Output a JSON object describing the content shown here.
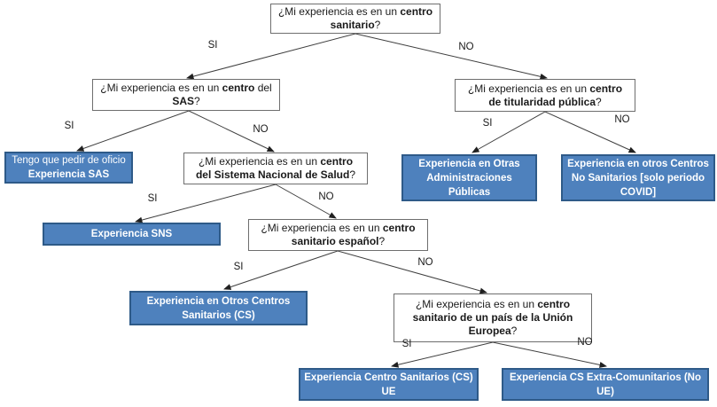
{
  "nodes": {
    "q_root": {
      "pre": "¿Mi experiencia es en un ",
      "bold": "centro sanitario",
      "post": "?"
    },
    "q_sas": {
      "pre": "¿Mi experiencia es en un ",
      "bold1": "centro",
      "mid": " del ",
      "bold2": "SAS",
      "post": "?"
    },
    "q_publica": {
      "pre": "¿Mi experiencia es en un ",
      "bold": "centro de titularidad pública",
      "post": "?"
    },
    "q_sns": {
      "pre": "¿Mi experiencia es en un ",
      "bold": "centro del Sistema Nacional de Salud",
      "post": "?"
    },
    "q_espanol": {
      "pre": "¿Mi experiencia es en un ",
      "bold": "centro sanitario español",
      "post": "?"
    },
    "q_ue": {
      "pre": "¿Mi experiencia es en un ",
      "bold": "centro sanitario de un país de la Unión Europea",
      "post": "?"
    },
    "r_sas": {
      "pre": "Tengo que pedir de oficio ",
      "bold": "Experiencia SAS"
    },
    "r_otras_admin": {
      "text": "Experiencia en Otras Administraciones Públicas"
    },
    "r_no_sanitarios": {
      "text": "Experiencia en otros Centros No Sanitarios [solo periodo COVID]"
    },
    "r_sns": {
      "text": "Experiencia SNS"
    },
    "r_otros_cs": {
      "text": "Experiencia en Otros Centros Sanitarios (CS)"
    },
    "r_cs_ue": {
      "text": "Experiencia Centro Sanitarios (CS) UE"
    },
    "r_extra": {
      "text": "Experiencia CS Extra-Comunitarios (No UE)"
    }
  },
  "edges": [
    {
      "from": "q_root",
      "to": "q_sas",
      "label": "SI"
    },
    {
      "from": "q_root",
      "to": "q_publica",
      "label": "NO"
    },
    {
      "from": "q_sas",
      "to": "r_sas",
      "label": "SI"
    },
    {
      "from": "q_sas",
      "to": "q_sns",
      "label": "NO"
    },
    {
      "from": "q_publica",
      "to": "r_otras_admin",
      "label": "SI"
    },
    {
      "from": "q_publica",
      "to": "r_no_sanitarios",
      "label": "NO"
    },
    {
      "from": "q_sns",
      "to": "r_sns",
      "label": "SI"
    },
    {
      "from": "q_sns",
      "to": "q_espanol",
      "label": "NO"
    },
    {
      "from": "q_espanol",
      "to": "r_otros_cs",
      "label": "SI"
    },
    {
      "from": "q_espanol",
      "to": "q_ue",
      "label": "NO"
    },
    {
      "from": "q_ue",
      "to": "r_cs_ue",
      "label": "SI"
    },
    {
      "from": "q_ue",
      "to": "r_extra",
      "label": "NO"
    }
  ],
  "colors": {
    "result_fill": "#4e81bd",
    "result_border": "#2e5a88",
    "question_border": "#6e6e6e",
    "line": "#3f3f3f",
    "result_text": "#ffffff",
    "question_text": "#1a1a1a"
  }
}
